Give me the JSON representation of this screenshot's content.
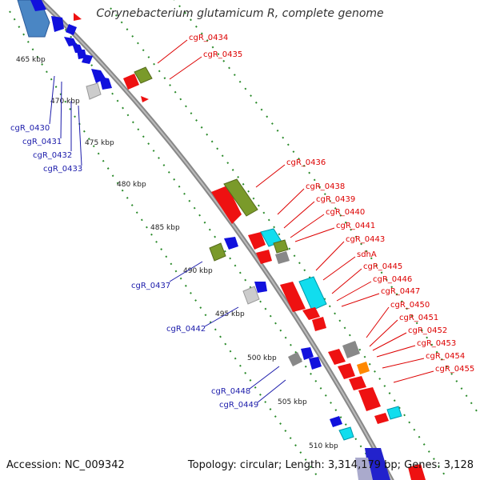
{
  "title": "Corynebacterium glutamicum R, complete genome",
  "footer": {
    "accession": "Accession: NC_009342",
    "topology": "Topology: circular; Length: 3,314,179 bp; Genes: 3,128"
  },
  "scale_labels": [
    "465 kbp",
    "470 kbp",
    "475 kbp",
    "480 kbp",
    "485 kbp",
    "490 kbp",
    "495 kbp",
    "500 kbp",
    "505 kbp",
    "510 kbp"
  ],
  "forward_gene_labels": [
    "cgR_0434",
    "cgR_0435",
    "cgR_0436",
    "cgR_0438",
    "cgR_0439",
    "cgR_0440",
    "cgR_0441",
    "cgR_0443",
    "sdhA",
    "cgR_0445",
    "cgR_0446",
    "cgR_0447",
    "cgR_0450",
    "cgR_0451",
    "cgR_0452",
    "cgR_0453",
    "cgR_0454",
    "cgR_0455"
  ],
  "reverse_gene_labels": [
    "cgR_0430",
    "cgR_0431",
    "cgR_0432",
    "cgR_0433",
    "cgR_0437",
    "cgR_0442",
    "cgR_0448",
    "cgR_0449"
  ],
  "colors": {
    "forward": "#ee1111",
    "reverse": "#1111dd",
    "olive": "#7a9a2a",
    "cyan": "#11ddee",
    "gray": "#888888",
    "orange": "#ff8800",
    "track_dots": "#2a8a2a",
    "backbone": "#999999"
  }
}
